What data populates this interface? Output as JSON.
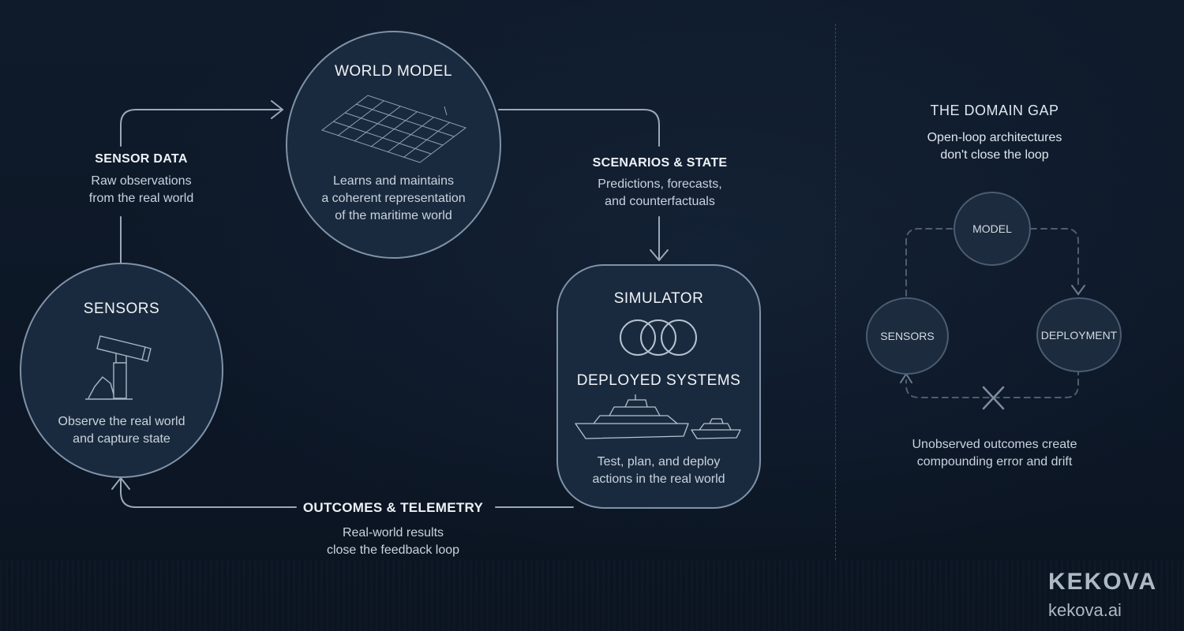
{
  "world_model": {
    "title": "WORLD MODEL",
    "description": "Learns and maintains\na coherent representation\nof the maritime world"
  },
  "sensors": {
    "title": "SENSORS",
    "description": "Observe the real world\nand capture state"
  },
  "simulator": {
    "title": "SIMULATOR",
    "deployed_title": "DEPLOYED SYSTEMS",
    "description": "Test, plan, and deploy\nactions in the real world"
  },
  "edges": {
    "sensor_data": {
      "label": "SENSOR DATA",
      "description": "Raw observations\nfrom the real world"
    },
    "scenarios": {
      "label": "SCENARIOS & STATE",
      "description": "Predictions, forecasts,\nand counterfactuals"
    },
    "outcomes": {
      "label": "OUTCOMES & TELEMETRY",
      "description": "Real-world results\nclose the feedback loop"
    }
  },
  "domain_gap": {
    "title": "THE DOMAIN GAP",
    "subtitle": "Open-loop architectures\ndon't close the loop",
    "nodes": {
      "model": "MODEL",
      "sensors": "SENSORS",
      "deployment": "DEPLOYMENT"
    },
    "caption": "Unobserved outcomes create\ncompounding error and drift"
  },
  "brand": {
    "name": "KEKOVA",
    "url": "kekova.ai"
  },
  "colors": {
    "background": "#0d1827",
    "node_fill": "#1a2a3e",
    "node_stroke": "#7f92a8",
    "connector": "#9aa8b8",
    "dashed": "#4d5e72"
  },
  "icons": [
    "grid-plane-icon",
    "security-camera-icon",
    "infinity-rings-icon",
    "ships-icon",
    "x-mark-icon"
  ]
}
